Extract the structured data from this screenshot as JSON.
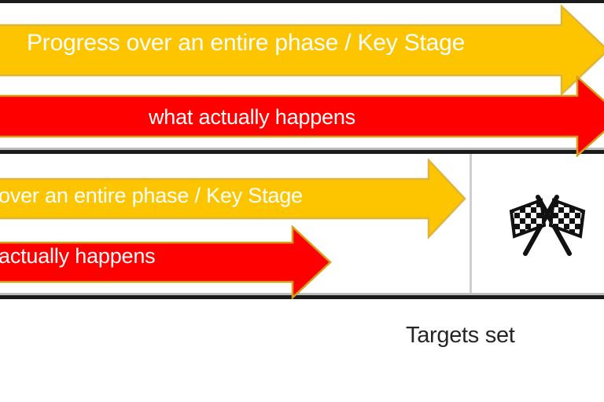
{
  "diagram": {
    "title_present": false,
    "background_color": "#ffffff",
    "colors": {
      "yellow": "#FDC500",
      "yellow_outline": "#E0B43A",
      "red": "#FF0000",
      "red_outline": "#D4A017",
      "rule_dark": "#1A1A1A",
      "rule_shadow": "#BDBDBD",
      "vertical_divider": "#CFCFCF",
      "label_text": "#FFFFFF",
      "caption_text": "#262626",
      "flag_black": "#111111"
    },
    "bands": [
      {
        "id": "top-band",
        "name": "upper-timeline-band",
        "arrows": [
          {
            "id": "arrow-yellow-top",
            "name": "progress-arrow",
            "color_key": "yellow",
            "label": "Progress over an entire phase / Key Stage",
            "direction": "right",
            "clipped_right": false
          },
          {
            "id": "arrow-red-top",
            "name": "actual-arrow",
            "color_key": "red",
            "label": "what actually happens",
            "direction": "right",
            "clipped_right": true
          }
        ]
      },
      {
        "id": "bottom-band",
        "name": "lower-timeline-band",
        "arrows": [
          {
            "id": "arrow-yellow-bot",
            "name": "progress-arrow",
            "color_key": "yellow",
            "label": "over an entire phase / Key Stage",
            "direction": "right",
            "clipped_left": true
          },
          {
            "id": "arrow-red-bot",
            "name": "actual-arrow",
            "color_key": "red",
            "label": "actually happens",
            "direction": "right",
            "clipped_left": true
          }
        ]
      }
    ],
    "icons": [
      {
        "id": "flags-icon",
        "name": "checkered-flags-icon",
        "semantic": "crossed-checkered-racing-flags",
        "meaning": "finish line"
      }
    ],
    "captions": [
      {
        "id": "targets-caption",
        "name": "targets-set-caption",
        "text": "Targets set"
      }
    ]
  }
}
